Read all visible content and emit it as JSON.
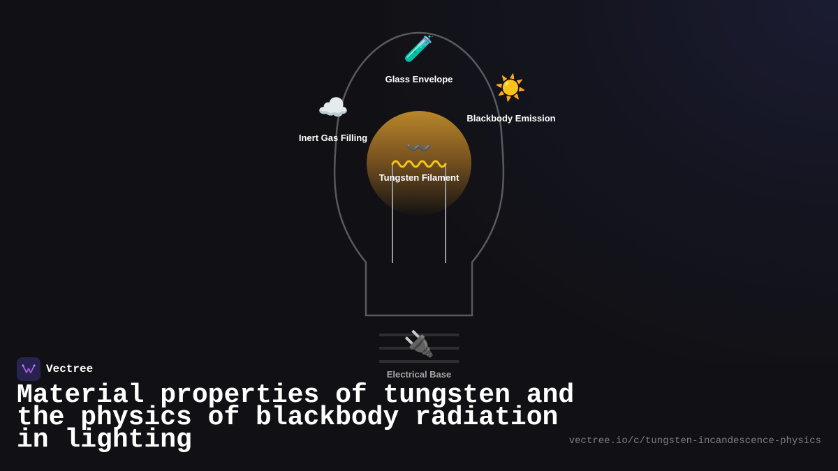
{
  "diagram": {
    "components": [
      {
        "id": "glass",
        "icon": "🧪",
        "icon_name": "test-tube-icon",
        "label": "Glass Envelope"
      },
      {
        "id": "emission",
        "icon": "☀️",
        "icon_name": "sun-icon",
        "label": "Blackbody Emission"
      },
      {
        "id": "gas",
        "icon": "☁️",
        "icon_name": "cloud-icon",
        "label": "Inert Gas Filling"
      },
      {
        "id": "filament",
        "icon": "〰️",
        "icon_name": "wavy-line-icon",
        "label": "Tungsten Filament"
      },
      {
        "id": "base",
        "icon": "🔌",
        "icon_name": "plug-icon",
        "label": "Electrical Base"
      }
    ],
    "colors": {
      "glow": "#c9922a",
      "filament": "#f5c518",
      "outline": "#5a5a5e",
      "background": "#111115"
    }
  },
  "brand": {
    "name": "Vectree",
    "logo_icon": "vectree-logo-icon"
  },
  "title": "Material properties of tungsten and the physics of blackbody radiation in lighting",
  "url": "vectree.io/c/tungsten-incandescence-physics"
}
